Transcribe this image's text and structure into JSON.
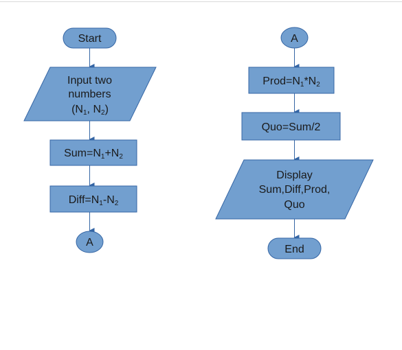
{
  "flowchart": {
    "left": {
      "start": "Start",
      "input": {
        "line1": "Input two",
        "line2": "numbers",
        "line3_open": "(N",
        "line3_sub1": "1",
        "line3_mid": ", N",
        "line3_sub2": "2",
        "line3_close": ")"
      },
      "sum": {
        "a": "Sum=N",
        "s1": "1",
        "b": "+N",
        "s2": "2"
      },
      "diff": {
        "a": "Diff=N",
        "s1": "1",
        "b": "-N",
        "s2": "2"
      },
      "connector": "A"
    },
    "right": {
      "connector": "A",
      "prod": {
        "a": "Prod=N",
        "s1": "1",
        "b": "*N",
        "s2": "2"
      },
      "quo": "Quo=Sum/2",
      "display": {
        "line1": "Display",
        "line2": "Sum,Diff,Prod,",
        "line3": "Quo"
      },
      "end": "End"
    }
  }
}
